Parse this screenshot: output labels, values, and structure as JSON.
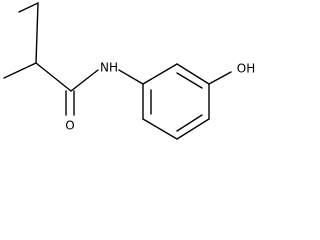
{
  "molecule": {
    "atoms": {
      "nh": "NH",
      "o": "O",
      "oh": "OH"
    }
  }
}
